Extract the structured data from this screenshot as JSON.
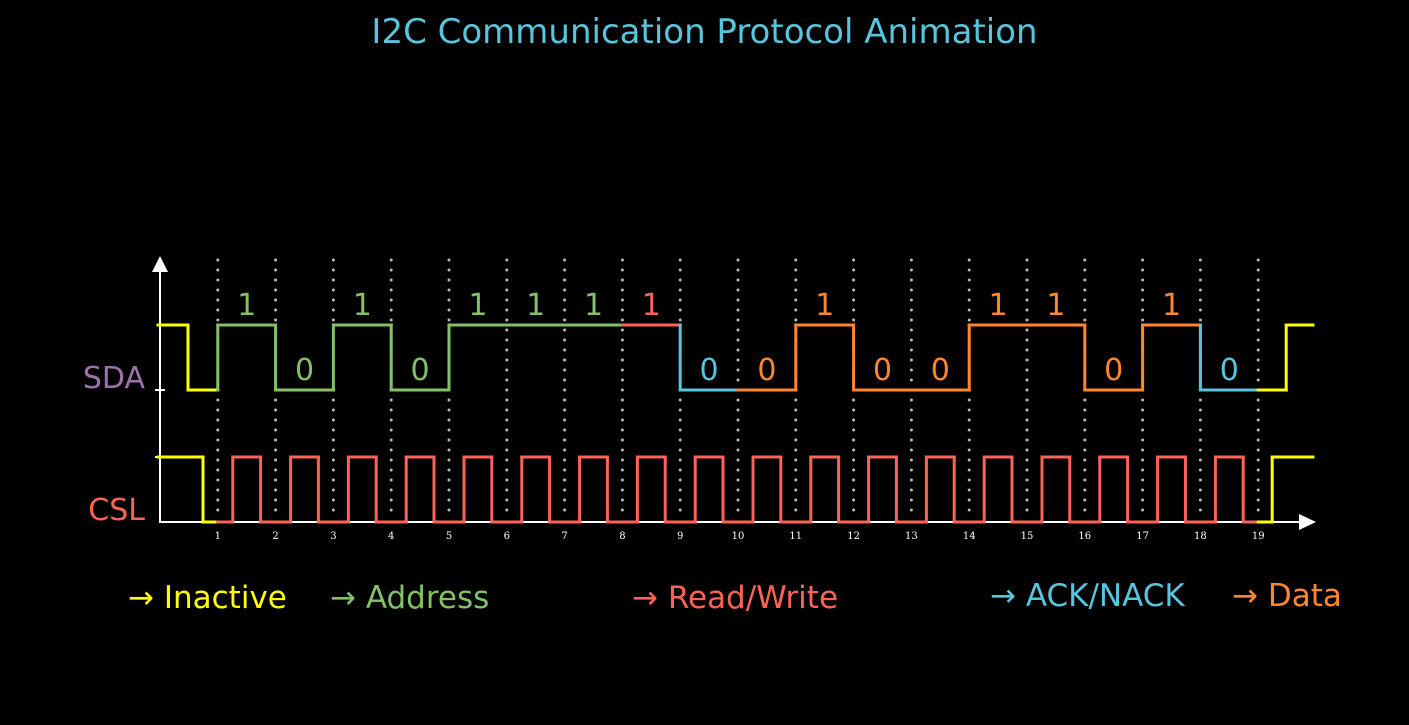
{
  "title": "I2C Communication Protocol Animation",
  "colors": {
    "background": "#000000",
    "title": "#58C4DD",
    "inactive": "#FFFF00",
    "address": "#83C167",
    "read_write": "#FC6255",
    "ack_nack": "#58C4DD",
    "data": "#FF862F",
    "sda_label": "#9A72AC",
    "csl_label": "#FC6255",
    "axis": "#FFFFFF",
    "grid": "#BBBBBB"
  },
  "signals": {
    "sda_label": "SDA",
    "csl_label": "CSL"
  },
  "ticks": [
    "1",
    "2",
    "3",
    "4",
    "5",
    "6",
    "7",
    "8",
    "9",
    "10",
    "11",
    "12",
    "13",
    "14",
    "15",
    "16",
    "17",
    "18",
    "19"
  ],
  "bits": [
    {
      "value": "1",
      "role": "address"
    },
    {
      "value": "0",
      "role": "address"
    },
    {
      "value": "1",
      "role": "address"
    },
    {
      "value": "0",
      "role": "address"
    },
    {
      "value": "1",
      "role": "address"
    },
    {
      "value": "1",
      "role": "address"
    },
    {
      "value": "1",
      "role": "address"
    },
    {
      "value": "1",
      "role": "read_write"
    },
    {
      "value": "0",
      "role": "ack_nack"
    },
    {
      "value": "0",
      "role": "data"
    },
    {
      "value": "1",
      "role": "data"
    },
    {
      "value": "0",
      "role": "data"
    },
    {
      "value": "0",
      "role": "data"
    },
    {
      "value": "1",
      "role": "data"
    },
    {
      "value": "1",
      "role": "data"
    },
    {
      "value": "0",
      "role": "data"
    },
    {
      "value": "1",
      "role": "data"
    },
    {
      "value": "0",
      "role": "ack_nack"
    }
  ],
  "legend": [
    {
      "arrow": "→",
      "label": "Inactive",
      "color_key": "inactive"
    },
    {
      "arrow": "→",
      "label": "Address",
      "color_key": "address"
    },
    {
      "arrow": "→",
      "label": "Read/Write",
      "color_key": "read_write"
    },
    {
      "arrow": "→",
      "label": "ACK/NACK",
      "color_key": "ack_nack"
    },
    {
      "arrow": "→",
      "label": "Data",
      "color_key": "data"
    }
  ]
}
